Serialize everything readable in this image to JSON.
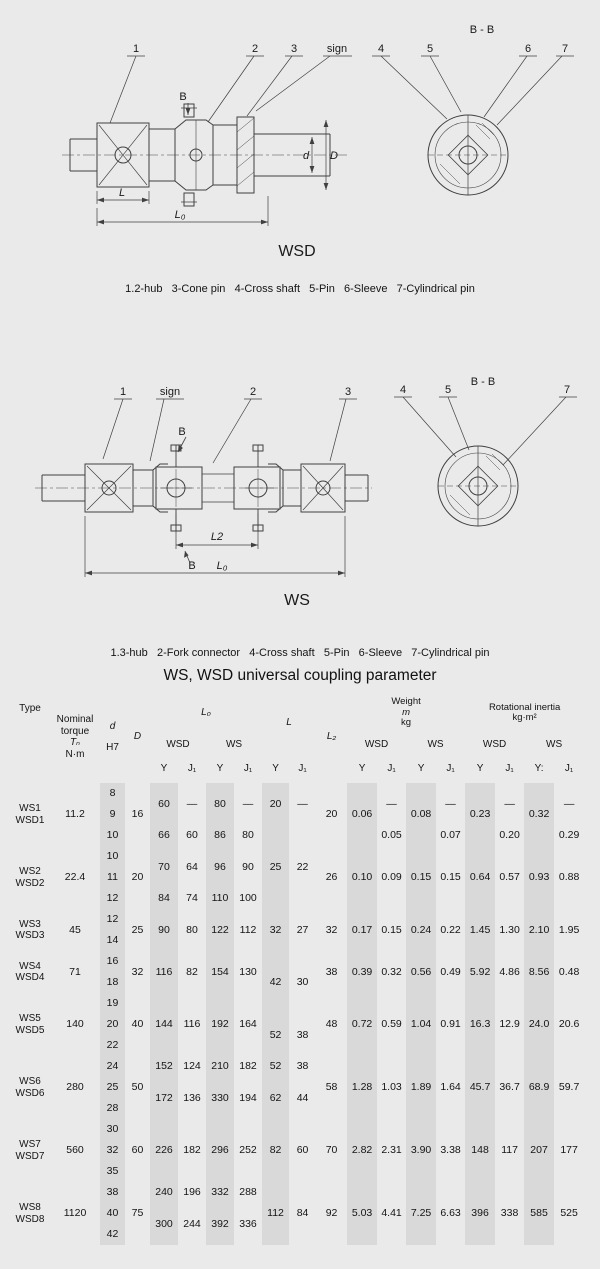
{
  "wsd_drawing": {
    "section_label": "B - B",
    "callout_1": "1",
    "callout_2": "2",
    "callout_3": "3",
    "sign_label": "sign",
    "callout_4": "4",
    "callout_5": "5",
    "callout_6": "6",
    "callout_7": "7",
    "dim_B": "B",
    "dim_L": "L",
    "dim_L0": "L₀",
    "dim_d": "d",
    "dim_D": "D",
    "caption": "WSD",
    "legend": "1.2-hub   3-Cone pin   4-Cross shaft   5-Pin   6-Sleeve   7-Cylindrical pin"
  },
  "ws_drawing": {
    "section_label": "B - B",
    "callout_1": "1",
    "sign_label": "sign",
    "callout_2": "2",
    "callout_3": "3",
    "callout_4": "4",
    "callout_5": "5",
    "callout_7": "7",
    "dim_B_top": "B",
    "dim_B_bottom": "B",
    "dim_L2": "L2",
    "dim_L0": "L₀",
    "caption": "WS",
    "legend": "1.3-hub   2-Fork connector   4-Cross shaft   5-Pin   6-Sleeve   7-Cylindrical pin"
  },
  "table": {
    "title": "WS, WSD universal coupling parameter",
    "headers": {
      "type": "Type",
      "torque_name": "Nominal\ntorque",
      "torque_symbol": "Tₙ",
      "torque_unit": "N·m",
      "d_symbol": "d",
      "d_tolerance": "H7",
      "D_symbol": "D",
      "L0_symbol": "L₀",
      "L_symbol": "L",
      "L2_symbol": "L₂",
      "weight_name": "Weight",
      "weight_symbol": "m",
      "weight_unit": "kg",
      "inertia_name": "Rotational inertia",
      "inertia_unit": "kg·m²",
      "wsd": "WSD",
      "ws": "WS",
      "y": "Y",
      "y_alt": "Y:",
      "j1": "J₁"
    },
    "column_count": 19,
    "band_columns": [
      2,
      4,
      6,
      8,
      11,
      13,
      15,
      17
    ],
    "rows": [
      [
        {
          "t": "WS1\nWSD1",
          "rs": 3
        },
        {
          "t": "11.2",
          "rs": 3
        },
        {
          "t": "8"
        },
        {
          "t": "16",
          "rs": 3
        },
        {
          "t": "60",
          "rs": 2
        },
        {
          "t": "—",
          "rs": 2
        },
        {
          "t": "80",
          "rs": 2
        },
        {
          "t": "—",
          "rs": 2
        },
        {
          "t": "20",
          "rs": 2
        },
        {
          "t": "—",
          "rs": 2
        },
        {
          "t": "20",
          "rs": 3
        },
        {
          "t": "0.06",
          "rs": 3
        },
        {
          "t": "—",
          "rs": 2
        },
        {
          "t": "0.08",
          "rs": 3
        },
        {
          "t": "—",
          "rs": 2
        },
        {
          "t": "0.23",
          "rs": 3
        },
        {
          "t": "—",
          "rs": 2
        },
        {
          "t": "0.32",
          "rs": 3
        },
        {
          "t": "—",
          "rs": 2
        }
      ],
      [
        {
          "t": "9"
        }
      ],
      [
        {
          "t": "10"
        },
        {
          "t": "66"
        },
        {
          "t": "60"
        },
        {
          "t": "86"
        },
        {
          "t": "80"
        },
        {
          "t": "25",
          "rs": 4
        },
        {
          "t": "22",
          "rs": 4
        },
        {
          "t": "0.05"
        },
        {
          "t": "0.07"
        },
        {
          "t": "0.20"
        },
        {
          "t": "0.29"
        }
      ],
      [
        {
          "t": "WS2\nWSD2",
          "rs": 3
        },
        {
          "t": "22.4",
          "rs": 3
        },
        {
          "t": "10"
        },
        {
          "t": "20",
          "rs": 3
        },
        {
          "t": "70",
          "rs": 2
        },
        {
          "t": "64",
          "rs": 2
        },
        {
          "t": "96",
          "rs": 2
        },
        {
          "t": "90",
          "rs": 2
        },
        {
          "t": "26",
          "rs": 3
        },
        {
          "t": "0.10",
          "rs": 3
        },
        {
          "t": "0.09",
          "rs": 3
        },
        {
          "t": "0.15",
          "rs": 3
        },
        {
          "t": "0.15",
          "rs": 3
        },
        {
          "t": "0.64",
          "rs": 3
        },
        {
          "t": "0.57",
          "rs": 3
        },
        {
          "t": "0.93",
          "rs": 3
        },
        {
          "t": "0.88",
          "rs": 3
        }
      ],
      [
        {
          "t": "11"
        }
      ],
      [
        {
          "t": "12"
        },
        {
          "t": "84"
        },
        {
          "t": "74"
        },
        {
          "t": "110"
        },
        {
          "t": "100"
        }
      ],
      [
        {
          "t": "WS3\nWSD3",
          "rs": 2
        },
        {
          "t": "45",
          "rs": 2
        },
        {
          "t": "12"
        },
        {
          "t": "25",
          "rs": 2
        },
        {
          "t": "90",
          "rs": 2
        },
        {
          "t": "80",
          "rs": 2
        },
        {
          "t": "122",
          "rs": 2
        },
        {
          "t": "112",
          "rs": 2
        },
        {
          "t": "32",
          "rs": 2
        },
        {
          "t": "27",
          "rs": 2
        },
        {
          "t": "32",
          "rs": 2
        },
        {
          "t": "0.17",
          "rs": 2
        },
        {
          "t": "0.15",
          "rs": 2
        },
        {
          "t": "0.24",
          "rs": 2
        },
        {
          "t": "0.22",
          "rs": 2
        },
        {
          "t": "1.45",
          "rs": 2
        },
        {
          "t": "1.30",
          "rs": 2
        },
        {
          "t": "2.10",
          "rs": 2
        },
        {
          "t": "1.95",
          "rs": 2
        }
      ],
      [
        {
          "t": "14"
        }
      ],
      [
        {
          "t": "WS4\nWSD4",
          "rs": 2
        },
        {
          "t": "71",
          "rs": 2
        },
        {
          "t": "16"
        },
        {
          "t": "32",
          "rs": 2
        },
        {
          "t": "116",
          "rs": 2
        },
        {
          "t": "82",
          "rs": 2
        },
        {
          "t": "154",
          "rs": 2
        },
        {
          "t": "130",
          "rs": 2
        },
        {
          "t": "42",
          "rs": 3
        },
        {
          "t": "30",
          "rs": 3
        },
        {
          "t": "38",
          "rs": 2
        },
        {
          "t": "0.39",
          "rs": 2
        },
        {
          "t": "0.32",
          "rs": 2
        },
        {
          "t": "0.56",
          "rs": 2
        },
        {
          "t": "0.49",
          "rs": 2
        },
        {
          "t": "5.92",
          "rs": 2
        },
        {
          "t": "4.86",
          "rs": 2
        },
        {
          "t": "8.56",
          "rs": 2
        },
        {
          "t": "0.48",
          "rs": 2
        }
      ],
      [
        {
          "t": "18"
        }
      ],
      [
        {
          "t": "WS5\nWSD5",
          "rs": 3
        },
        {
          "t": "140",
          "rs": 3
        },
        {
          "t": "19"
        },
        {
          "t": "40",
          "rs": 3
        },
        {
          "t": "144",
          "rs": 3
        },
        {
          "t": "116",
          "rs": 3
        },
        {
          "t": "192",
          "rs": 3
        },
        {
          "t": "164",
          "rs": 3
        },
        {
          "t": "48",
          "rs": 3
        },
        {
          "t": "0.72",
          "rs": 3
        },
        {
          "t": "0.59",
          "rs": 3
        },
        {
          "t": "1.04",
          "rs": 3
        },
        {
          "t": "0.91",
          "rs": 3
        },
        {
          "t": "16.3",
          "rs": 3
        },
        {
          "t": "12.9",
          "rs": 3
        },
        {
          "t": "24.0",
          "rs": 3
        },
        {
          "t": "20.6",
          "rs": 3
        }
      ],
      [
        {
          "t": "20"
        },
        {
          "t": "52",
          "rs": 2
        },
        {
          "t": "38",
          "rs": 2
        }
      ],
      [
        {
          "t": "22"
        }
      ],
      [
        {
          "t": "WS6\nWSD6",
          "rs": 3
        },
        {
          "t": "280",
          "rs": 3
        },
        {
          "t": "24"
        },
        {
          "t": "50",
          "rs": 3
        },
        {
          "t": "152"
        },
        {
          "t": "124"
        },
        {
          "t": "210"
        },
        {
          "t": "182"
        },
        {
          "t": "52"
        },
        {
          "t": "38"
        },
        {
          "t": "58",
          "rs": 3
        },
        {
          "t": "1.28",
          "rs": 3
        },
        {
          "t": "1.03",
          "rs": 3
        },
        {
          "t": "1.89",
          "rs": 3
        },
        {
          "t": "1.64",
          "rs": 3
        },
        {
          "t": "45.7",
          "rs": 3
        },
        {
          "t": "36.7",
          "rs": 3
        },
        {
          "t": "68.9",
          "rs": 3
        },
        {
          "t": "59.7",
          "rs": 3
        }
      ],
      [
        {
          "t": "25"
        },
        {
          "t": "172",
          "rs": 2
        },
        {
          "t": "136",
          "rs": 2
        },
        {
          "t": "330",
          "rs": 2
        },
        {
          "t": "194",
          "rs": 2
        },
        {
          "t": "62",
          "rs": 2
        },
        {
          "t": "44",
          "rs": 2
        }
      ],
      [
        {
          "t": "28"
        }
      ],
      [
        {
          "t": "WS7\nWSD7",
          "rs": 3
        },
        {
          "t": "560",
          "rs": 3
        },
        {
          "t": "30"
        },
        {
          "t": "60",
          "rs": 3
        },
        {
          "t": "226",
          "rs": 3
        },
        {
          "t": "182",
          "rs": 3
        },
        {
          "t": "296",
          "rs": 3
        },
        {
          "t": "252",
          "rs": 3
        },
        {
          "t": "82",
          "rs": 3
        },
        {
          "t": "60",
          "rs": 3
        },
        {
          "t": "70",
          "rs": 3
        },
        {
          "t": "2.82",
          "rs": 3
        },
        {
          "t": "2.31",
          "rs": 3
        },
        {
          "t": "3.90",
          "rs": 3
        },
        {
          "t": "3.38",
          "rs": 3
        },
        {
          "t": "148",
          "rs": 3
        },
        {
          "t": "117",
          "rs": 3
        },
        {
          "t": "207",
          "rs": 3
        },
        {
          "t": "177",
          "rs": 3
        }
      ],
      [
        {
          "t": "32"
        }
      ],
      [
        {
          "t": "35"
        }
      ],
      [
        {
          "t": "WS8\nWSD8",
          "rs": 3
        },
        {
          "t": "1120",
          "rs": 3
        },
        {
          "t": "38"
        },
        {
          "t": "75",
          "rs": 3
        },
        {
          "t": "240"
        },
        {
          "t": "196"
        },
        {
          "t": "332"
        },
        {
          "t": "288"
        },
        {
          "t": "112",
          "rs": 3
        },
        {
          "t": "84",
          "rs": 3
        },
        {
          "t": "92",
          "rs": 3
        },
        {
          "t": "5.03",
          "rs": 3
        },
        {
          "t": "4.41",
          "rs": 3
        },
        {
          "t": "7.25",
          "rs": 3
        },
        {
          "t": "6.63",
          "rs": 3
        },
        {
          "t": "396",
          "rs": 3
        },
        {
          "t": "338",
          "rs": 3
        },
        {
          "t": "585",
          "rs": 3
        },
        {
          "t": "525",
          "rs": 3
        }
      ],
      [
        {
          "t": "40"
        },
        {
          "t": "300",
          "rs": 2
        },
        {
          "t": "244",
          "rs": 2
        },
        {
          "t": "392",
          "rs": 2
        },
        {
          "t": "336",
          "rs": 2
        }
      ],
      [
        {
          "t": "42"
        }
      ]
    ]
  }
}
